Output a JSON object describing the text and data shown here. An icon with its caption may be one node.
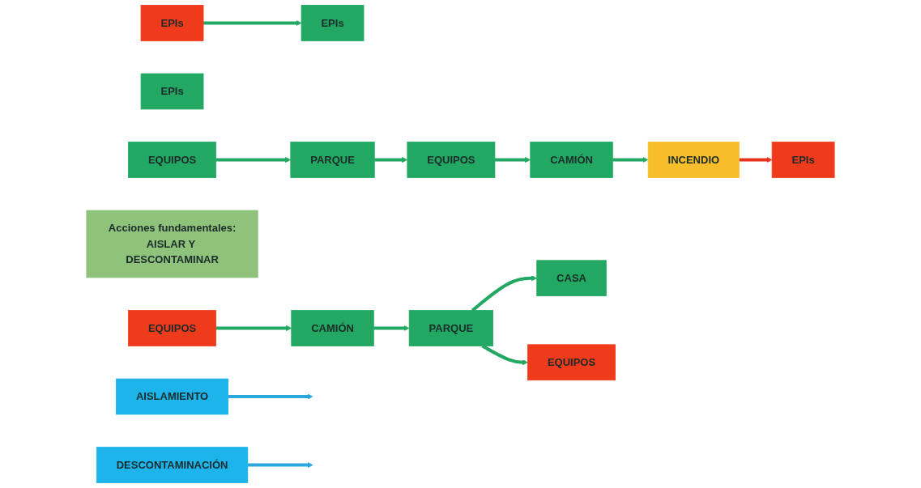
{
  "diagram": {
    "nodes": [
      {
        "text": [
          "EPIs"
        ]
      },
      {
        "text": [
          "EQUIPOS"
        ]
      },
      {
        "text": [
          "PARQUE"
        ]
      },
      {
        "text": [
          "EPIs"
        ]
      },
      {
        "text": [
          "EQUIPOS"
        ]
      },
      {
        "text": [
          "CAMIÓN"
        ]
      },
      {
        "text": [
          "INCENDIO"
        ]
      },
      {
        "text": [
          "EPIs"
        ]
      },
      {
        "text": [
          "EQUIPOS"
        ]
      },
      {
        "text": [
          "Acciones fundamentales:",
          "AISLAR Y DESCONTAMINAR"
        ]
      },
      {
        "text": [
          "CAMIÓN"
        ]
      },
      {
        "text": [
          "AISLAMIENTO"
        ]
      },
      {
        "text": [
          "PARQUE"
        ]
      },
      {
        "text": [
          "CASA"
        ]
      },
      {
        "text": [
          "EPIs"
        ]
      },
      {
        "text": [
          "EQUIPOS"
        ]
      },
      {
        "text": [
          "DESCONTAMINACIÓN"
        ]
      }
    ],
    "edges": [
      {
        "from": 1,
        "to": 2,
        "arrow": "to"
      },
      {
        "from": 2,
        "to": 4,
        "arrow": "to"
      },
      {
        "from": 4,
        "to": 5,
        "arrow": "to"
      },
      {
        "from": 5,
        "to": 6,
        "arrow": "to"
      },
      {
        "from": 6,
        "to": 7,
        "arrow": "to",
        "color": "#e8321e"
      },
      {
        "from": 8,
        "to": 10,
        "arrow": "to"
      },
      {
        "from": 11,
        "to": null,
        "arrow": "to",
        "color": "#2aa7dd"
      },
      {
        "from": 10,
        "to": 12,
        "arrow": "to"
      },
      {
        "from": 12,
        "to": 15,
        "arrow": "to"
      },
      {
        "from": 12,
        "to": 13,
        "arrow": "to"
      },
      {
        "from": 14,
        "to": 0,
        "arrow": "to"
      },
      {
        "from": 16,
        "to": null,
        "arrow": "to",
        "color": "#2aa7dd"
      }
    ]
  }
}
